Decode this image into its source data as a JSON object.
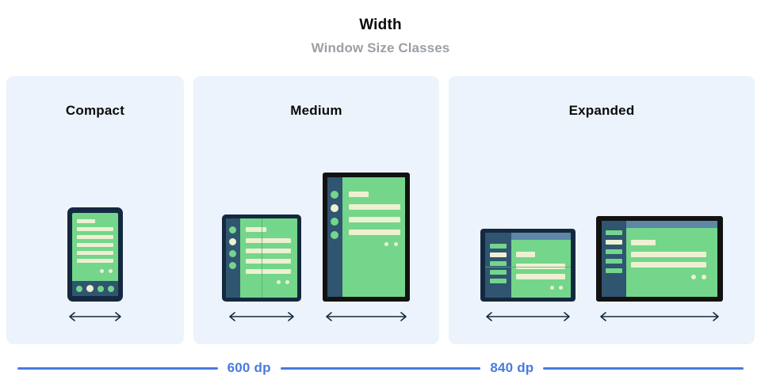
{
  "header": {
    "title": "Width",
    "subtitle": "Window Size Classes"
  },
  "panels": [
    {
      "title": "Compact"
    },
    {
      "title": "Medium"
    },
    {
      "title": "Expanded"
    }
  ],
  "measures": [
    {
      "label": "600 dp"
    },
    {
      "label": "840 dp"
    }
  ],
  "colors": {
    "panel_background": "#edf3fd",
    "screen_green": "#74d68a",
    "content_cream": "#eef0d2",
    "device_frame_navy": "#14293f",
    "device_frame_black": "#121212",
    "nav_rail_slate": "#2f5571",
    "app_bar_steel": "#5d87a6",
    "measure_blue": "#4a7ae0",
    "title_black": "#0b0b0b",
    "subtitle_gray": "#9aa0a6"
  },
  "icons": {
    "width_arrow": "double-headed-horizontal-arrow"
  }
}
